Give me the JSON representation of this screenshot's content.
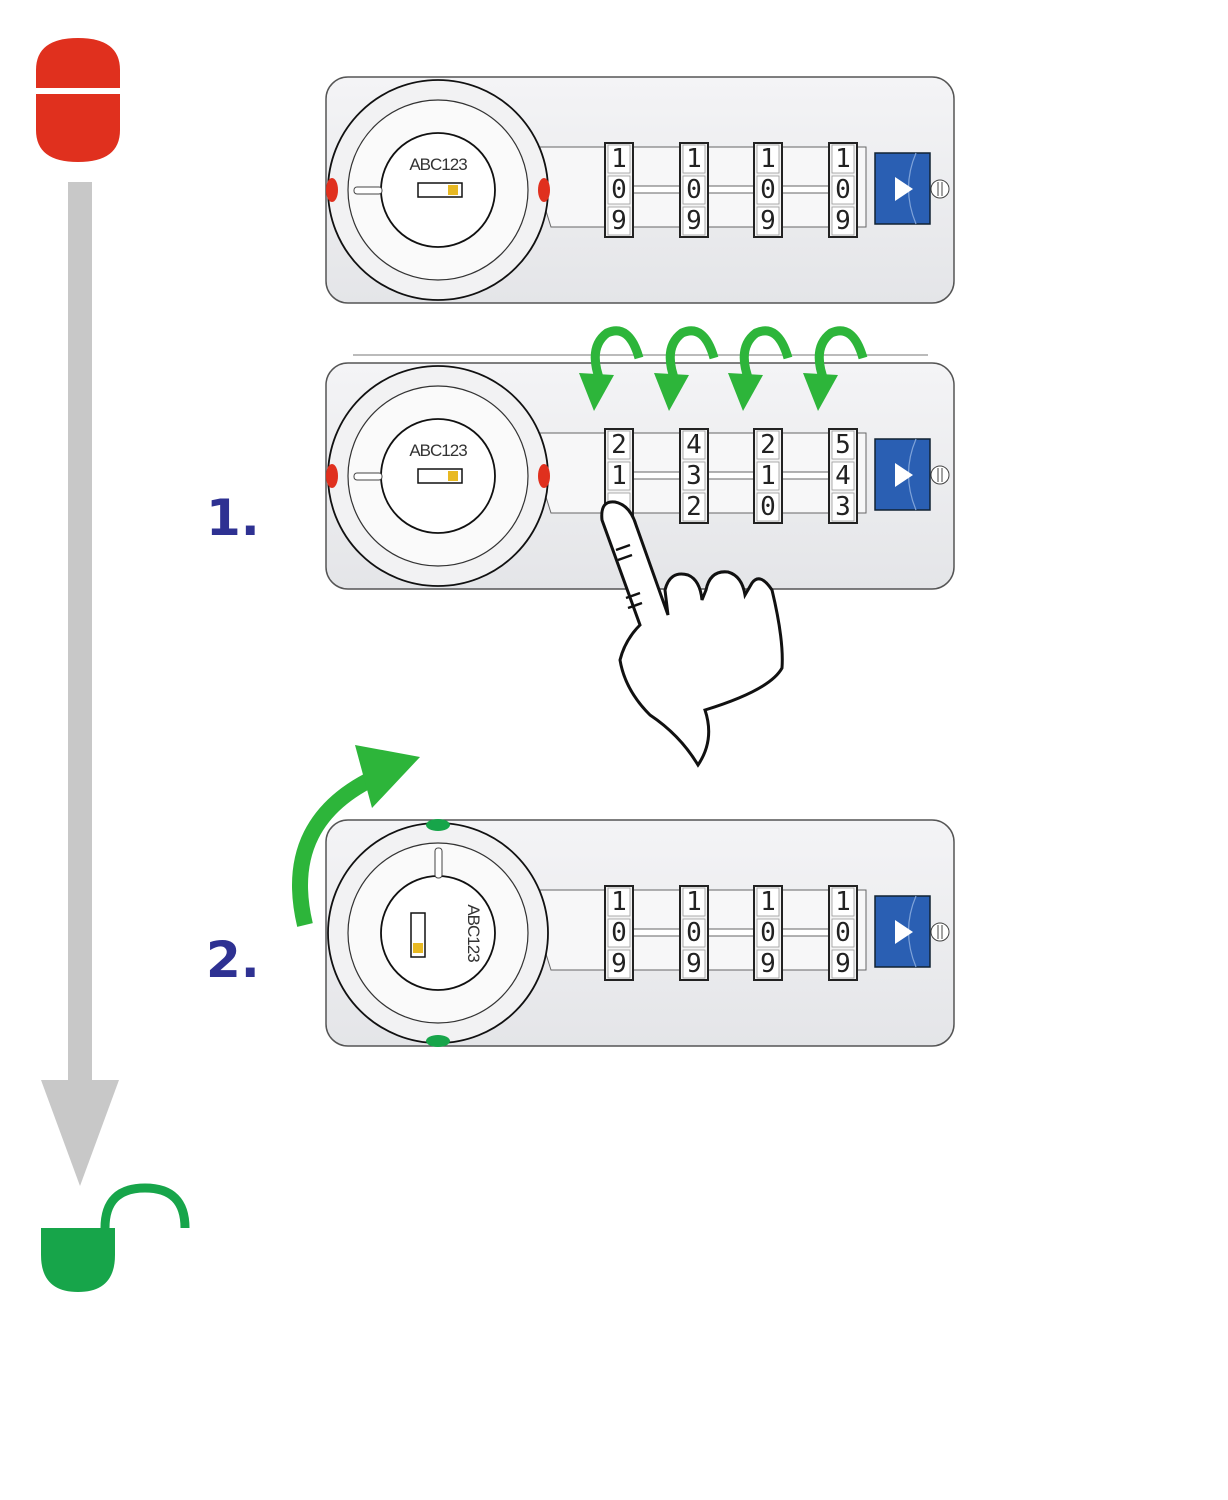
{
  "title": "Combination lock opening instructions",
  "colors": {
    "locked": "#e0301e",
    "unlocked": "#17a54a",
    "arrow": "#c8c8c8",
    "step_label": "#2e3192",
    "green_arrow": "#2db53a",
    "button_blue": "#2a5fb3"
  },
  "states": {
    "start_icon": "lock-closed-icon",
    "end_icon": "lock-open-icon"
  },
  "panels": [
    {
      "step": "",
      "code_label": "ABC123",
      "knob": "locked",
      "wheels": [
        [
          "1",
          "0",
          "9"
        ],
        [
          "1",
          "0",
          "9"
        ],
        [
          "1",
          "0",
          "9"
        ],
        [
          "1",
          "0",
          "9"
        ]
      ]
    },
    {
      "step": "1.",
      "code_label": "ABC123",
      "knob": "locked",
      "wheels": [
        [
          "2",
          "1",
          ""
        ],
        [
          "4",
          "3",
          "2"
        ],
        [
          "2",
          "1",
          "0"
        ],
        [
          "5",
          "4",
          "3"
        ]
      ],
      "combination": "1314"
    },
    {
      "step": "2.",
      "code_label": "ABC123",
      "knob": "rotated",
      "wheels": [
        [
          "1",
          "0",
          "9"
        ],
        [
          "1",
          "0",
          "9"
        ],
        [
          "1",
          "0",
          "9"
        ],
        [
          "1",
          "0",
          "9"
        ]
      ]
    }
  ]
}
